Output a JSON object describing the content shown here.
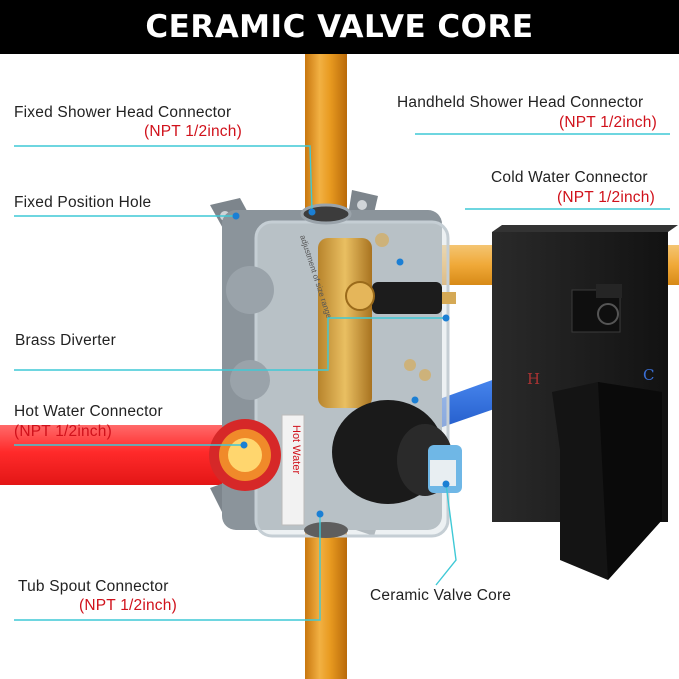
{
  "banner": {
    "title": "CERAMIC VALVE CORE"
  },
  "labels": {
    "fixed_head": {
      "name": "Fixed Shower Head Connector",
      "spec": "(NPT 1/2inch)"
    },
    "handheld_head": {
      "name": "Handheld Shower Head Connector",
      "spec": "(NPT 1/2inch)"
    },
    "cold_water": {
      "name": "Cold Water Connector",
      "spec": "(NPT 1/2inch)"
    },
    "fixed_hole": {
      "name": "Fixed Position Hole"
    },
    "brass_diverter": {
      "name": "Brass Diverter"
    },
    "hot_water": {
      "name": "Hot Water Connector",
      "spec": "(NPT 1/2inch)"
    },
    "tub_spout": {
      "name": "Tub Spout Connector",
      "spec": "(NPT 1/2inch)"
    },
    "ceramic_core": {
      "name": "Ceramic Valve Core"
    }
  },
  "product_marks": {
    "box_side_text": "Hot Water",
    "box_top_text": "adjustment of size range",
    "plate_hot": "H",
    "plate_cold": "C"
  },
  "colors": {
    "leader_line": "#3fc9d6",
    "spec_text": "#d0111b",
    "hot_pipe": "#ff2a2a",
    "copper_pipe": "#e6981f",
    "cold_pipe": "#2d6fe0",
    "matte_black": "#1a1a1a"
  }
}
